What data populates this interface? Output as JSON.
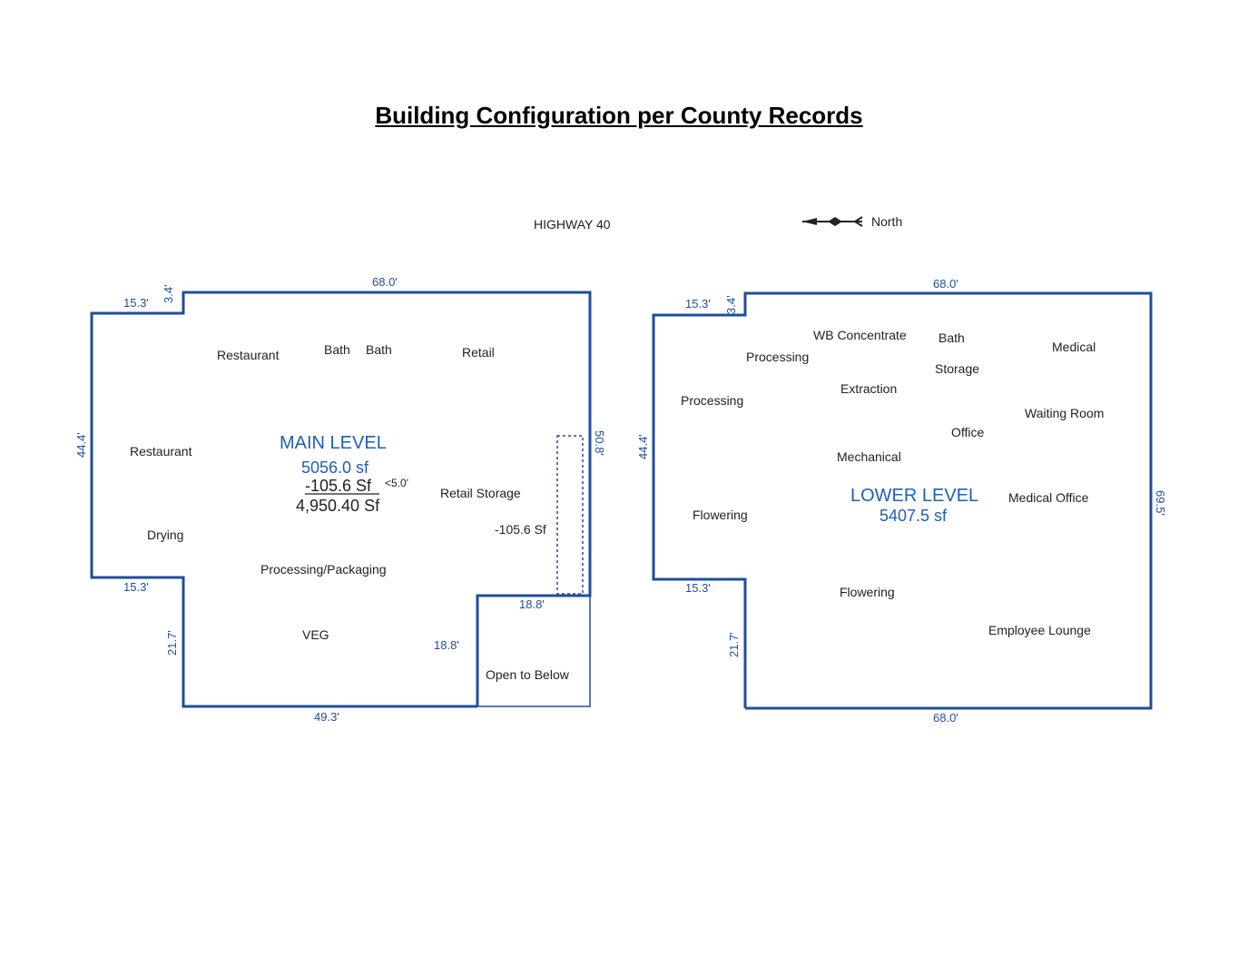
{
  "title": "Building Configuration per County Records",
  "header": {
    "road": "HIGHWAY 40",
    "north_label": "North"
  },
  "colors": {
    "wall": "#1f4e9c",
    "label_blue": "#1f5fb5",
    "text": "#222222"
  },
  "icons": [
    "north-arrow-icon"
  ],
  "main_level": {
    "title": "MAIN LEVEL",
    "area": "5056.0 sf",
    "deduction": "-105.6 Sf",
    "deduction_note": "<5.0'",
    "net_area": "4,950.40 Sf",
    "rooms": {
      "restaurant_top": "Restaurant",
      "bath_1": "Bath",
      "bath_2": "Bath",
      "retail": "Retail",
      "restaurant_left": "Restaurant",
      "retail_storage": "Retail Storage",
      "void_area": "-105.6 Sf",
      "drying": "Drying",
      "processing_packaging": "Processing/Packaging",
      "veg": "VEG",
      "open_to_below": "Open to Below"
    },
    "dims": {
      "top": "68.0'",
      "notch_width": "15.3'",
      "notch_height": "3.4'",
      "left": "44.4'",
      "right": "50.8'",
      "lower_step_width": "15.3'",
      "lower_left": "21.7'",
      "bottom": "49.3'",
      "open_width": "18.8'",
      "open_height": "18.8'"
    }
  },
  "lower_level": {
    "title": "LOWER LEVEL",
    "area": "5407.5 sf",
    "rooms": {
      "wb_concentrate": "WB Concentrate",
      "bath": "Bath",
      "medical": "Medical",
      "processing_top": "Processing",
      "storage": "Storage",
      "extraction": "Extraction",
      "processing_left": "Processing",
      "waiting_room": "Waiting Room",
      "office": "Office",
      "mechanical": "Mechanical",
      "medical_office": "Medical Office",
      "flowering_left": "Flowering",
      "flowering_bottom": "Flowering",
      "employee_lounge": "Employee Lounge"
    },
    "dims": {
      "top": "68.0'",
      "notch_width": "15.3'",
      "notch_height": "3.4'",
      "left": "44.4'",
      "right": "69.5'",
      "lower_step_width": "15.3'",
      "lower_left": "21.7'",
      "bottom": "68.0'"
    }
  }
}
